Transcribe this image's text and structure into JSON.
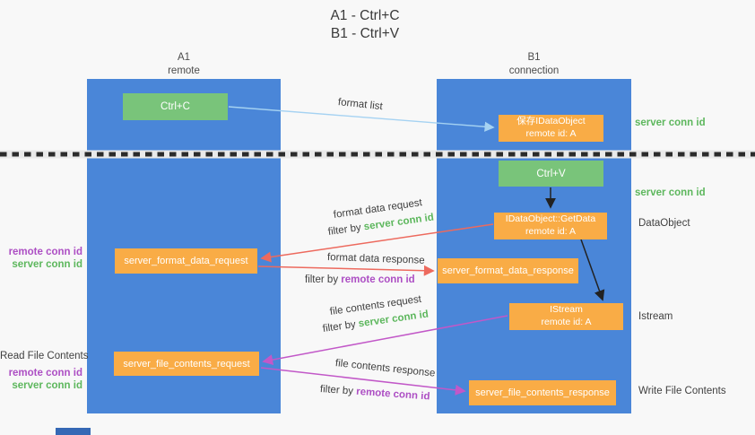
{
  "title": {
    "line1": "A1 - Ctrl+C",
    "line2": "B1 - Ctrl+V"
  },
  "lanes": {
    "left": {
      "id": "A1",
      "name": "remote"
    },
    "right": {
      "id": "B1",
      "name": "connection"
    }
  },
  "nodes": {
    "ctrl_c": {
      "label": "Ctrl+C"
    },
    "save_dataobject": {
      "line1": "保存IDataObject",
      "line2": "remote id: A"
    },
    "ctrl_v": {
      "label": "Ctrl+V"
    },
    "getdata": {
      "line1": "IDataObject::GetData",
      "line2": "remote id: A"
    },
    "server_format_data_request": {
      "label": "server_format_data_request"
    },
    "server_format_data_response": {
      "label": "server_format_data_response"
    },
    "istream": {
      "line1": "IStream",
      "line2": "remote id: A"
    },
    "server_file_contents_request": {
      "label": "server_file_contents_request"
    },
    "server_file_contents_response": {
      "label": "server_file_contents_response"
    }
  },
  "edge_labels": {
    "format_list": "format list",
    "format_data_request": "format data request",
    "format_data_response": "format data response",
    "file_contents_request": "file contents request",
    "file_contents_response": "file contents response",
    "filter_by": "filter by",
    "server_conn_id": "server conn id",
    "remote_conn_id": "remote conn id"
  },
  "annotations": {
    "server_conn_id_top": "server conn id",
    "server_conn_id_mid": "server conn id",
    "dataobject": "DataObject",
    "istream": "Istream",
    "write_file_contents": "Write File Contents",
    "remote_conn_id_left1": "remote conn id",
    "server_conn_id_left1": "server conn id",
    "read_file_contents": "Read File Contents",
    "remote_conn_id_left2": "remote conn id",
    "server_conn_id_left2": "server conn id"
  },
  "colors": {
    "lane": "#4a86d8",
    "node_green": "#79c47a",
    "node_orange": "#f9ac46",
    "text_green": "#5db75d",
    "text_purple": "#ad4fc4",
    "arrow_red": "#ed6a5e",
    "arrow_magenta": "#c258c8",
    "arrow_blue": "#a5d2f2",
    "arrow_black": "#222222",
    "divider_black": "#2b2b2b"
  }
}
